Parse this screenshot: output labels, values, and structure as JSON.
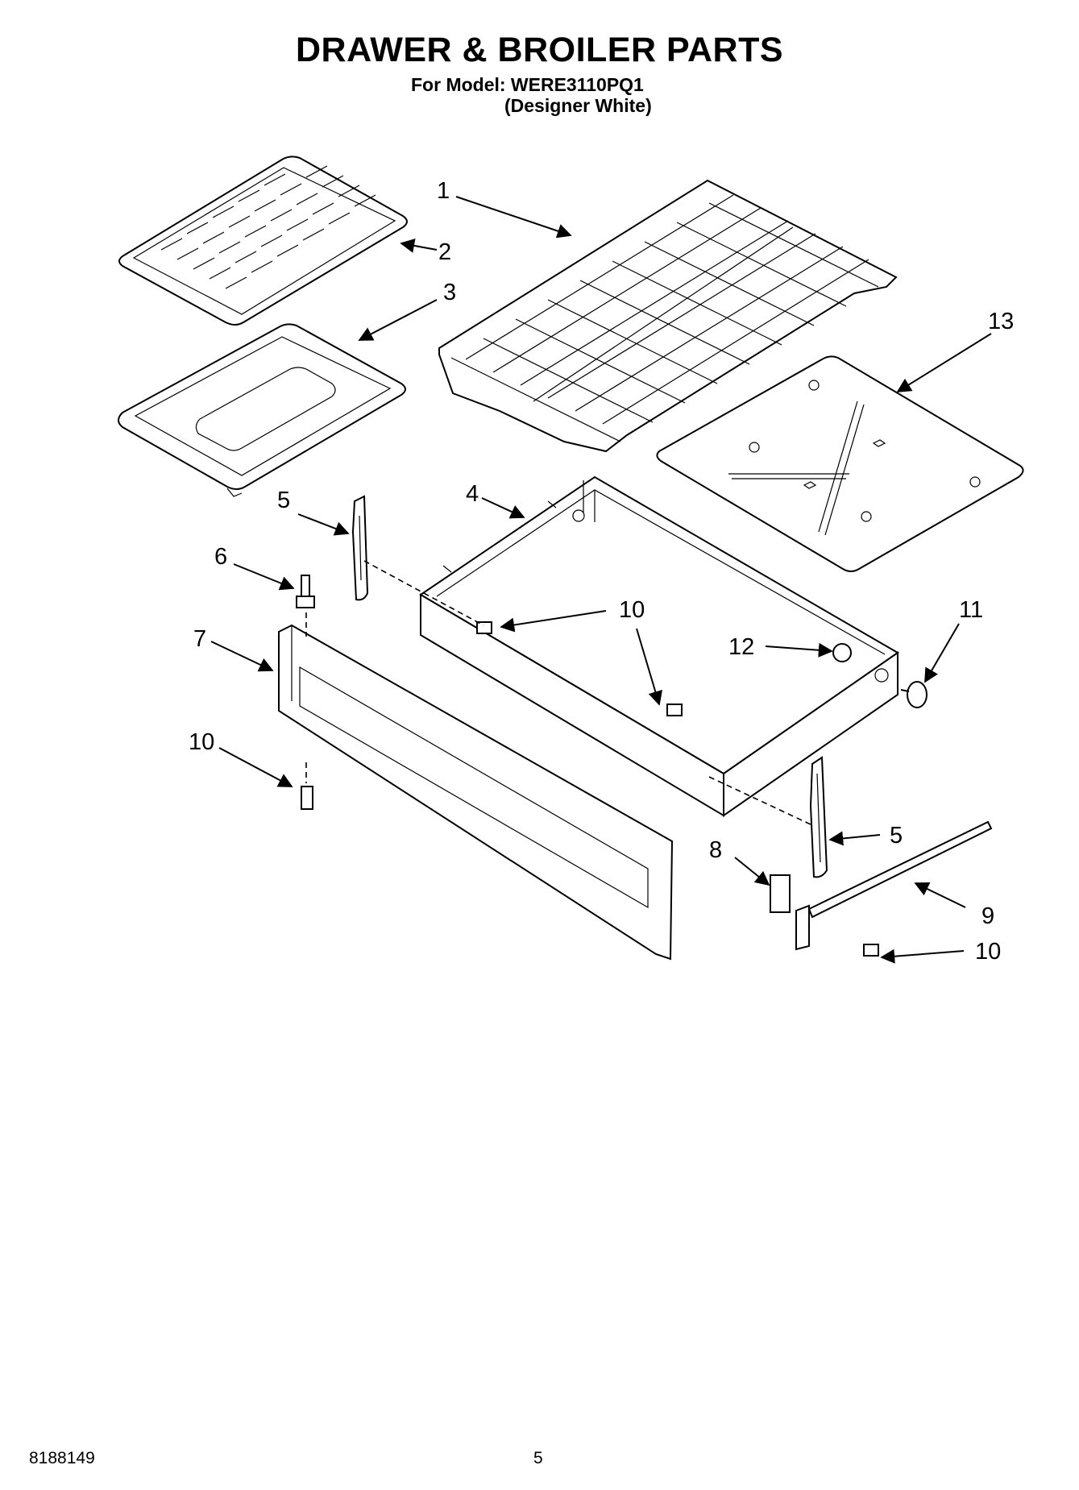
{
  "header": {
    "title": "DRAWER & BROILER PARTS",
    "model_line": "For Model: WERE3110PQ1",
    "variant_line": "(Designer White)"
  },
  "footer": {
    "doc_number": "8188149",
    "page_number": "5"
  },
  "callouts": {
    "c1": "1",
    "c2": "2",
    "c3": "3",
    "c4": "4",
    "c5a": "5",
    "c5b": "5",
    "c6": "6",
    "c7": "7",
    "c8": "8",
    "c9": "9",
    "c10a": "10",
    "c10b": "10",
    "c10c": "10",
    "c11": "11",
    "c12": "12",
    "c13": "13"
  }
}
